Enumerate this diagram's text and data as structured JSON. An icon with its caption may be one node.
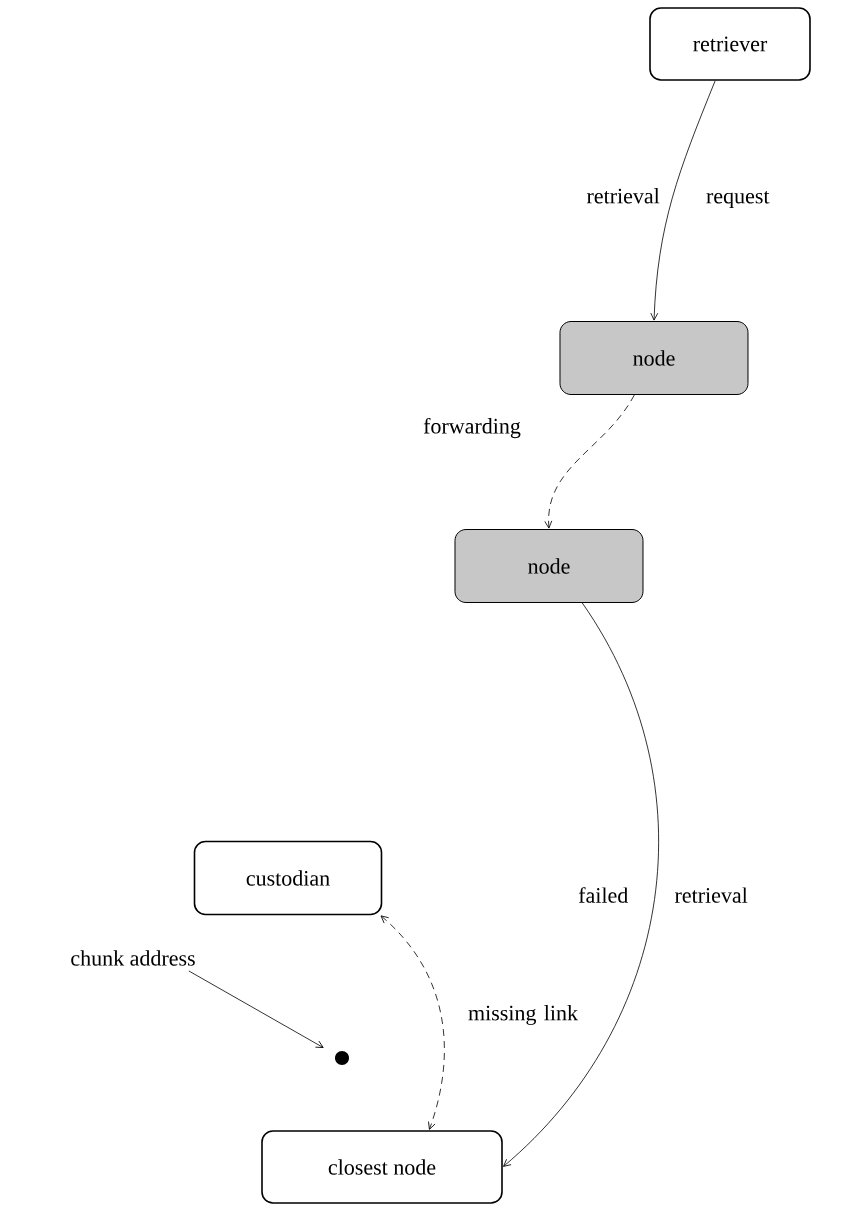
{
  "diagram": {
    "nodes": [
      {
        "text": [
          "retriever"
        ]
      },
      {
        "text": [
          "node"
        ]
      },
      {
        "text": [
          "node"
        ]
      },
      {
        "text": [
          "custodian"
        ]
      },
      {
        "text": [
          "closest node"
        ]
      },
      {
        "text": [],
        "shape": "circle"
      },
      {
        "text": [
          "chunk address"
        ]
      }
    ],
    "edges": [
      {
        "from": 0,
        "to": 1,
        "arrow": "to",
        "label": "retrieval request"
      },
      {
        "from": 1,
        "to": 2,
        "arrow": "to",
        "style": "dashed",
        "label": "forwarding"
      },
      {
        "from": 2,
        "to": 4,
        "arrow": "to",
        "label": "failed retrieval"
      },
      {
        "from": 3,
        "to": 4,
        "arrow": "both",
        "style": "dashed",
        "label": "missing link"
      },
      {
        "from": 6,
        "to": 5,
        "arrow": "to"
      }
    ]
  }
}
